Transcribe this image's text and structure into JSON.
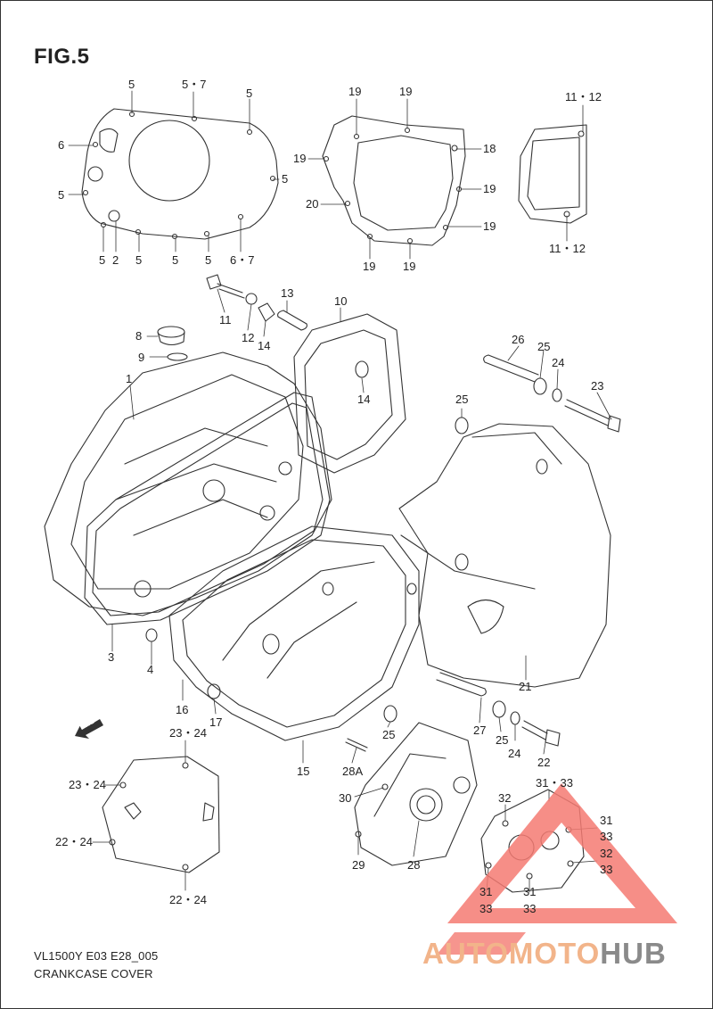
{
  "figure": {
    "title": "FIG.5",
    "model": "VL1500Y E03 E28_005",
    "name": "CRANKCASE COVER"
  },
  "watermark": {
    "part1": "AUTOMOTO",
    "part2": "HUB",
    "colors": {
      "triangle": "#f47a72",
      "text_light": "#f2b48a",
      "text_dark": "#8a8a8a"
    }
  },
  "fwd_label": "FWD",
  "callouts": {
    "c01": "5",
    "c02": "5・7",
    "c03": "5",
    "c04": "6",
    "c05": "5",
    "c06": "5",
    "c07": "5",
    "c08": "2",
    "c09": "5",
    "c10": "5",
    "c11": "5",
    "c12": "6・7",
    "c13": "19",
    "c14": "19",
    "c15": "19",
    "c16": "18",
    "c17": "19",
    "c18": "20",
    "c19": "19",
    "c20": "19",
    "c21": "19",
    "c22": "11・12",
    "c23": "11・12",
    "c24": "11",
    "c25": "12",
    "c26": "14",
    "c27": "13",
    "c28": "10",
    "c29": "8",
    "c30": "9",
    "c31": "1",
    "c32": "14",
    "c33": "26",
    "c34": "25",
    "c35": "24",
    "c36": "23",
    "c37": "25",
    "c38": "3",
    "c39": "4",
    "c40": "16",
    "c41": "17",
    "c42": "15",
    "c43": "25",
    "c44": "21",
    "c45": "27",
    "c46": "25",
    "c47": "24",
    "c48": "22",
    "c49": "28A",
    "c50": "30",
    "c51": "29",
    "c52": "28",
    "c53": "32",
    "c54": "31・33",
    "c55": "31",
    "c56": "33",
    "c57": "32",
    "c58": "33",
    "c59": "31",
    "c60": "33",
    "c61": "31",
    "c62": "33",
    "c63": "23・24",
    "c64": "23・24",
    "c65": "22・24",
    "c66": "22・24"
  }
}
